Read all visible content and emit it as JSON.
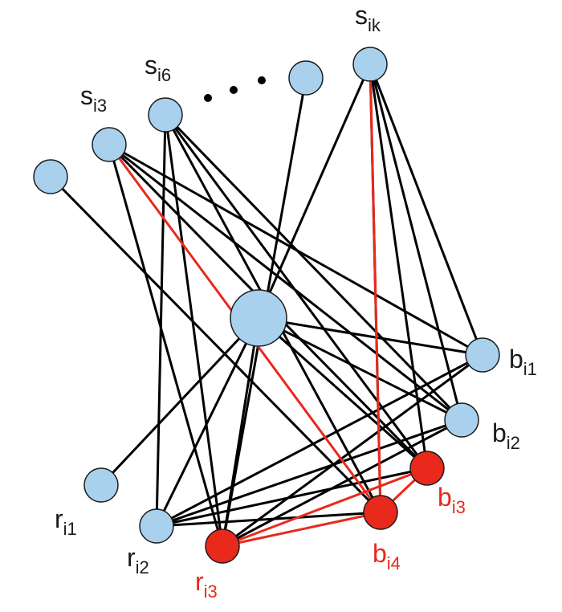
{
  "colors": {
    "node_fill": "#a9d1ee",
    "node_stroke": "#1b1b1b",
    "highlight": "#e8291c",
    "edge": "#000000",
    "label_default": "#1a1a1a"
  },
  "nodes": [
    {
      "id": "s1"
    },
    {
      "id": "si3",
      "base": "s",
      "sub": "i3"
    },
    {
      "id": "si6",
      "base": "s",
      "sub": "i6"
    },
    {
      "id": "s4"
    },
    {
      "id": "sik",
      "base": "s",
      "sub": "ik"
    },
    {
      "id": "center"
    },
    {
      "id": "bi1",
      "base": "b",
      "sub": "i1"
    },
    {
      "id": "bi2",
      "base": "b",
      "sub": "i2"
    },
    {
      "id": "bi3",
      "base": "b",
      "sub": "i3",
      "highlight": true
    },
    {
      "id": "bi4",
      "base": "b",
      "sub": "i4",
      "highlight": true
    },
    {
      "id": "ri1",
      "base": "r",
      "sub": "i1"
    },
    {
      "id": "ri2",
      "base": "r",
      "sub": "i2"
    },
    {
      "id": "ri3",
      "base": "r",
      "sub": "i3",
      "highlight": true
    }
  ],
  "edges_black": [
    [
      "s1",
      "bi4"
    ],
    [
      "si3",
      "bi1"
    ],
    [
      "si3",
      "bi2"
    ],
    [
      "si3",
      "bi3"
    ],
    [
      "si3",
      "ri3"
    ],
    [
      "si6",
      "bi2"
    ],
    [
      "si6",
      "bi3"
    ],
    [
      "si6",
      "bi4"
    ],
    [
      "si6",
      "ri2"
    ],
    [
      "si6",
      "ri3"
    ],
    [
      "s4",
      "ri3"
    ],
    [
      "sik",
      "center"
    ],
    [
      "sik",
      "bi1"
    ],
    [
      "sik",
      "bi2"
    ],
    [
      "sik",
      "bi3"
    ],
    [
      "sik",
      "bi4"
    ],
    [
      "center",
      "bi1"
    ],
    [
      "center",
      "bi2"
    ],
    [
      "center",
      "bi3"
    ],
    [
      "center",
      "ri1"
    ],
    [
      "center",
      "ri2"
    ],
    [
      "center",
      "ri3"
    ],
    [
      "bi1",
      "ri2"
    ],
    [
      "bi1",
      "ri3"
    ],
    [
      "bi2",
      "ri2"
    ],
    [
      "bi2",
      "ri3"
    ],
    [
      "bi3",
      "ri2"
    ],
    [
      "bi4",
      "ri2"
    ]
  ],
  "edges_red": [
    [
      "si3",
      "bi4"
    ],
    [
      "sik",
      "bi4"
    ],
    [
      "bi3",
      "bi4"
    ],
    [
      "bi3",
      "ri3"
    ],
    [
      "bi4",
      "ri3"
    ]
  ],
  "ellipsis": "• • •"
}
